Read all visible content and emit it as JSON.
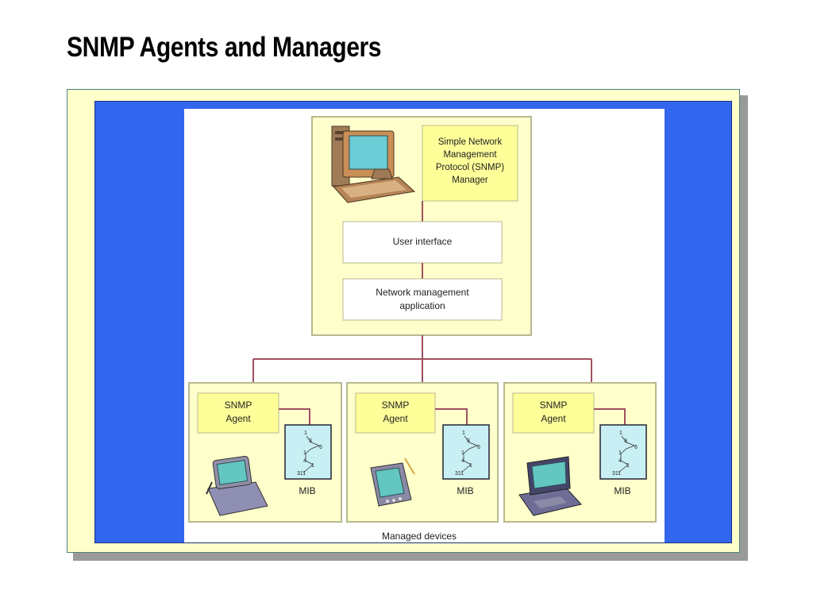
{
  "slide": {
    "title": "SNMP Agents and Managers"
  },
  "diagram": {
    "manager": {
      "label_lines": [
        "Simple Network",
        "Management",
        "Protocol (SNMP)",
        "Manager"
      ],
      "user_interface": "User interface",
      "nm_app_lines": [
        "Network management",
        "application"
      ]
    },
    "devices": [
      {
        "agent_lines": [
          "SNMP",
          "Agent"
        ],
        "mib_label": "MIB",
        "device": "tablet-pc"
      },
      {
        "agent_lines": [
          "SNMP",
          "Agent"
        ],
        "mib_label": "MIB",
        "device": "pda"
      },
      {
        "agent_lines": [
          "SNMP",
          "Agent"
        ],
        "mib_label": "MIB",
        "device": "laptop"
      }
    ],
    "mib_tree_numbers": [
      "1",
      "3",
      "6",
      "1",
      "4",
      "1",
      "311"
    ],
    "managed_devices_label": "Managed devices"
  },
  "colors": {
    "frame_bg": "#ffffcc",
    "blue_bg": "#3366ee",
    "box_fill": "#ffffcc",
    "label_fill": "#ffff99",
    "connector": "#a05060"
  }
}
